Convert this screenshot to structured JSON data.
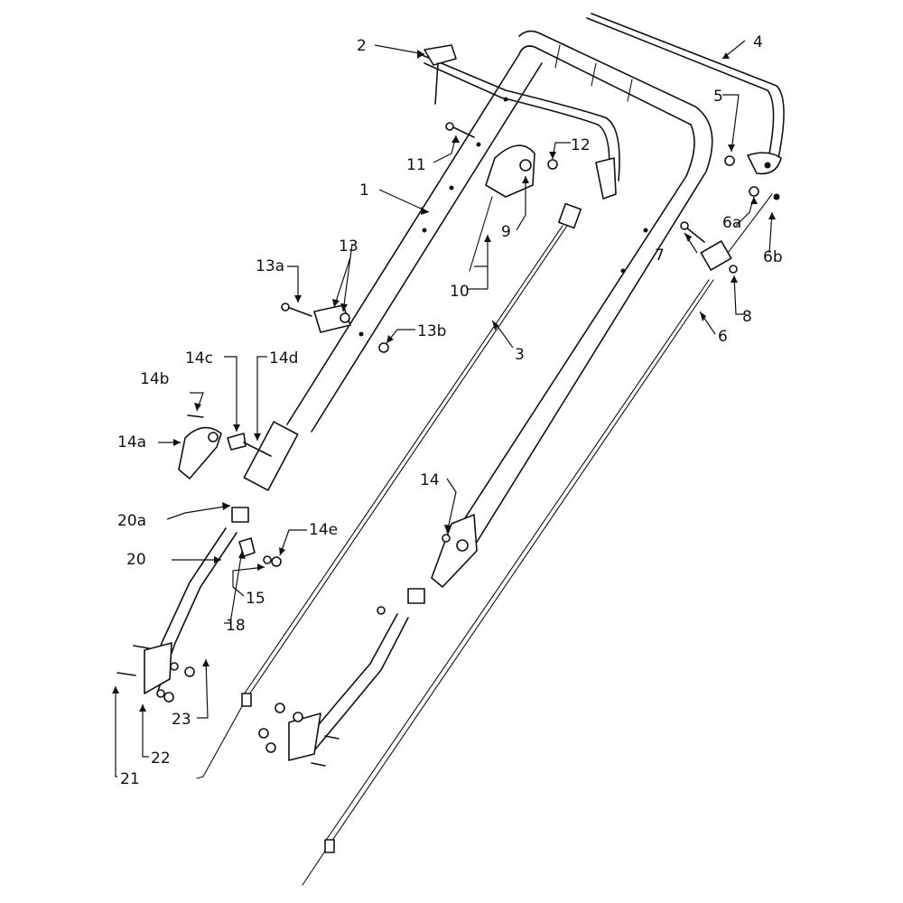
{
  "callouts": {
    "c1": "1",
    "c2": "2",
    "c3": "3",
    "c4": "4",
    "c5": "5",
    "c6": "6",
    "c6a": "6a",
    "c6b": "6b",
    "c7": "7",
    "c8": "8",
    "c9": "9",
    "c10": "10",
    "c11": "11",
    "c12": "12",
    "c13": "13",
    "c13a": "13a",
    "c13b": "13b",
    "c14": "14",
    "c14a": "14a",
    "c14b": "14b",
    "c14c": "14c",
    "c14d": "14d",
    "c14e": "14e",
    "c15": "15",
    "c18": "18",
    "c20": "20",
    "c20a": "20a",
    "c21": "21",
    "c22": "22",
    "c23": "23"
  }
}
